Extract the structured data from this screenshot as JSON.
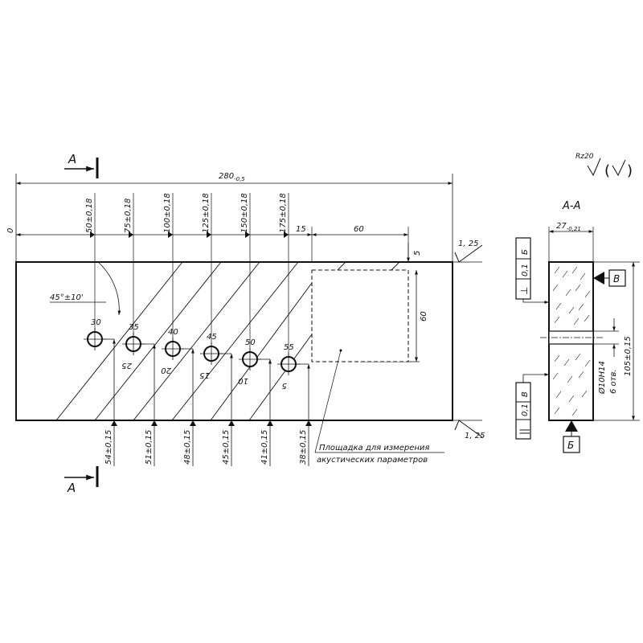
{
  "section_marks": [
    {
      "name": "section-mark-top",
      "letter": "А"
    },
    {
      "name": "section-mark-bottom",
      "letter": "А"
    }
  ],
  "overall_length": {
    "base": "280",
    "tolerance": "-0,5"
  },
  "origin_label": "0",
  "position_dims": [
    {
      "name": "dim-50",
      "text": "50±0,18"
    },
    {
      "name": "dim-75",
      "text": "75±0,18"
    },
    {
      "name": "dim-100",
      "text": "100±0,18"
    },
    {
      "name": "dim-125",
      "text": "125±0,18"
    },
    {
      "name": "dim-150",
      "text": "150±0,18"
    },
    {
      "name": "dim-175",
      "text": "175±0,18"
    }
  ],
  "gap_dim": "15",
  "pad_width_dim": "60",
  "pad_offset_dim": "5",
  "pad_height_dim": "60",
  "angle_dim": "45°±10'",
  "roughness_top": "1, 25",
  "roughness_bottom": "1, 25",
  "holes": [
    {
      "name": "hole-1",
      "depth_label": "30",
      "index_label": ""
    },
    {
      "name": "hole-2",
      "depth_label": "35",
      "index_label": "25"
    },
    {
      "name": "hole-3",
      "depth_label": "40",
      "index_label": "20"
    },
    {
      "name": "hole-4",
      "depth_label": "45",
      "index_label": "15"
    },
    {
      "name": "hole-5",
      "depth_label": "50",
      "index_label": "10"
    },
    {
      "name": "hole-6",
      "depth_label": "55",
      "index_label": "5"
    }
  ],
  "height_dims": [
    {
      "name": "height-dim-54",
      "text": "54±0,15"
    },
    {
      "name": "height-dim-51",
      "text": "51±0,15"
    },
    {
      "name": "height-dim-48",
      "text": "48±0,15"
    },
    {
      "name": "height-dim-45",
      "text": "45±0,15"
    },
    {
      "name": "height-dim-41",
      "text": "41±0,15"
    },
    {
      "name": "height-dim-38",
      "text": "38±0,15"
    }
  ],
  "pad_note": {
    "line1": "Площадка для измерения",
    "line2": "акустических параметров"
  },
  "section_view": {
    "title": "А-А",
    "roughness": "Rz20",
    "width_base": "27",
    "width_tol": "-0,21",
    "height_dim": "105±0,15",
    "hole_dim": "Ø10H14",
    "hole_count": "6 отв.",
    "tol_top": {
      "symbol": "⊥",
      "value": "0,1",
      "datum": "Б"
    },
    "tol_bottom": {
      "symbol": "||",
      "value": "0,1",
      "datum": "В"
    },
    "datum_right": "В",
    "datum_bottom": "Б"
  }
}
